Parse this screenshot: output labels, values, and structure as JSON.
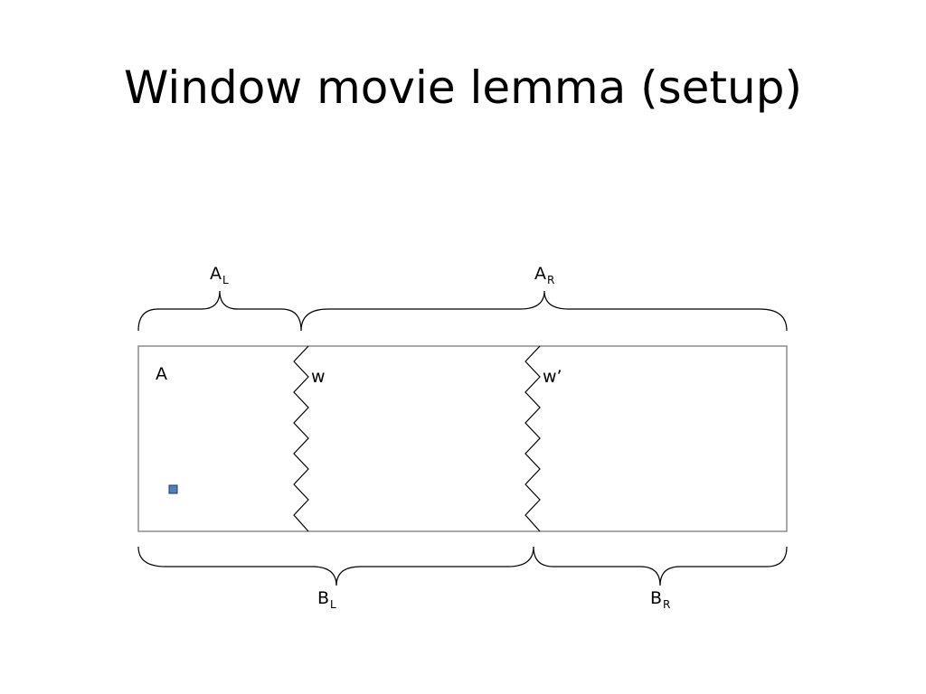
{
  "slide": {
    "title": "Window movie lemma (setup)"
  },
  "diagram": {
    "region_label": "A",
    "window_left_label": "w",
    "window_right_label": "w’",
    "brace_top_left": {
      "main": "A",
      "sub": "L"
    },
    "brace_top_right": {
      "main": "A",
      "sub": "R"
    },
    "brace_bottom_left": {
      "main": "B",
      "sub": "L"
    },
    "brace_bottom_right": {
      "main": "B",
      "sub": "R"
    },
    "colors": {
      "box_border": "#8c8c8c",
      "zigzag": "#000000",
      "brace": "#000000",
      "marker_fill": "#4f81bd",
      "marker_border": "#1f3864"
    }
  }
}
